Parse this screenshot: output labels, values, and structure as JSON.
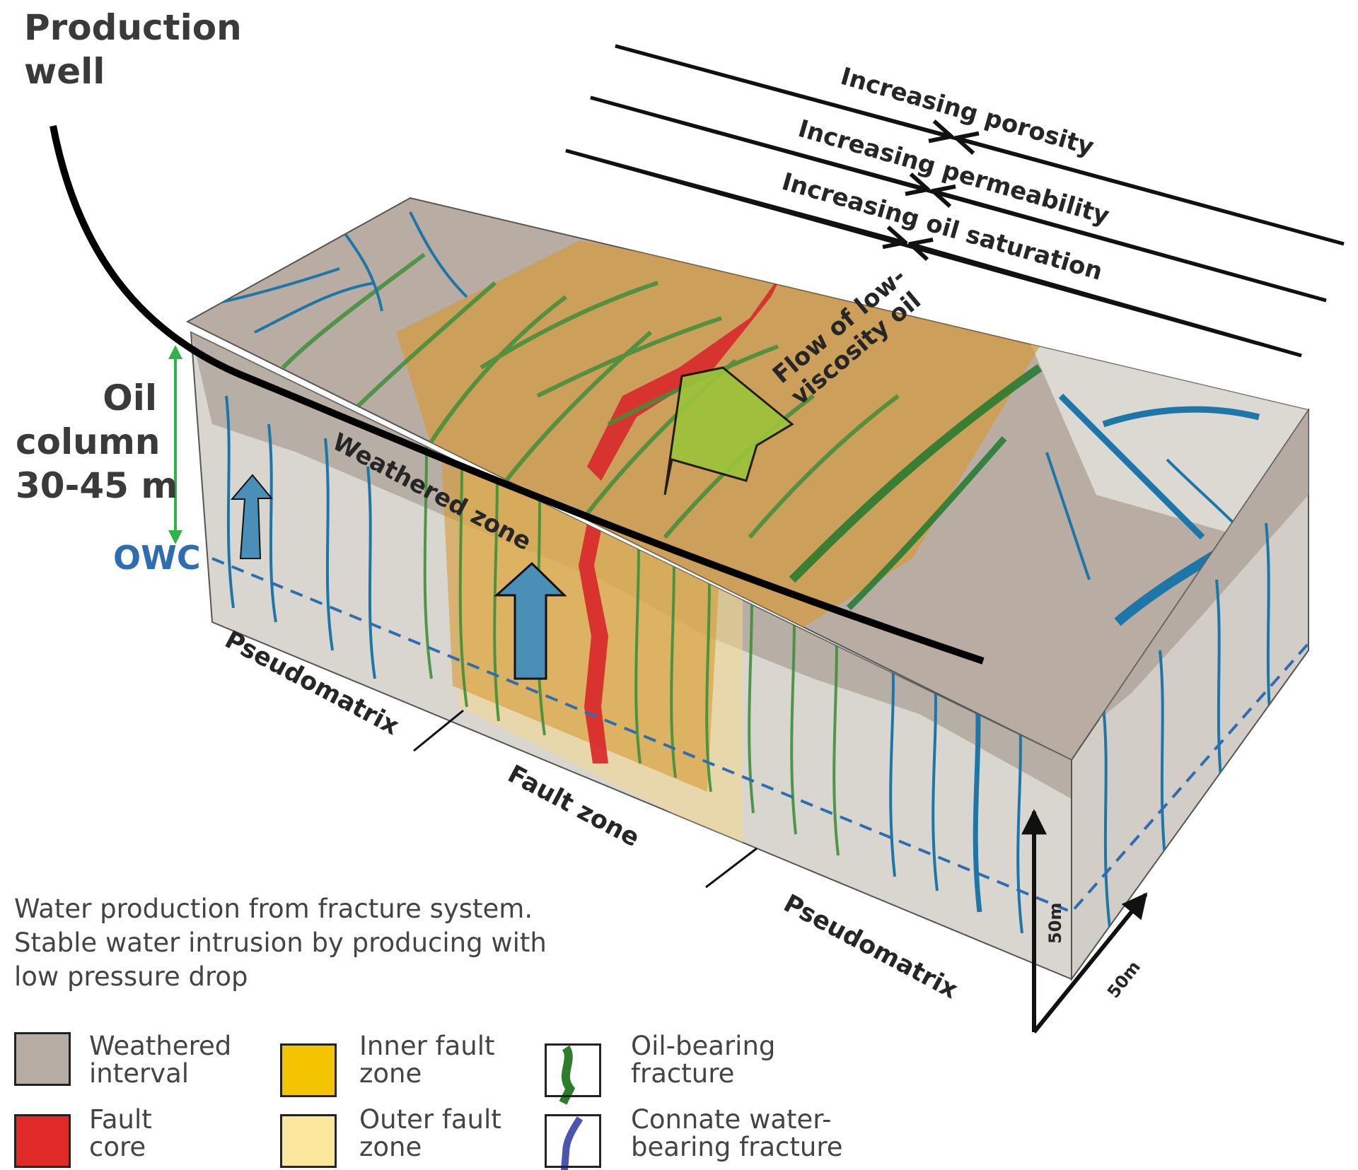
{
  "labels": {
    "production_well": [
      "Production",
      "well"
    ],
    "oil_column": [
      "Oil",
      "column",
      "30-45 m"
    ],
    "owc": "OWC",
    "weathered_zone": "Weathered zone",
    "flow_oil": [
      "Flow of low-",
      "viscosity oil"
    ],
    "pseudomatrix_left": "Pseudomatrix",
    "pseudomatrix_right": "Pseudomatrix",
    "fault_zone": "Fault zone",
    "trend_porosity": "Increasing porosity",
    "trend_permeability": "Increasing permeability",
    "trend_saturation": "Increasing oil saturation",
    "scale_vertical": "50m",
    "scale_horizontal": "50m"
  },
  "description": [
    "Water production from fracture system.",
    "Stable water intrusion by producing with",
    "low pressure drop"
  ],
  "legend": [
    {
      "label": [
        "Weathered",
        "interval"
      ],
      "color": "#b7aca4",
      "icon": "swatch"
    },
    {
      "label": [
        "Inner fault",
        "zone"
      ],
      "color": "#f5c400",
      "icon": "swatch"
    },
    {
      "label": [
        "Oil-bearing",
        "fracture"
      ],
      "color": "#2d7d2d",
      "icon": "oil-fracture-icon"
    },
    {
      "label": [
        "Fault",
        "core"
      ],
      "color": "#e02a27",
      "icon": "swatch"
    },
    {
      "label": [
        "Outer fault",
        "zone"
      ],
      "color": "#fbe79b",
      "icon": "swatch"
    },
    {
      "label": [
        "Connate water-",
        "bearing fracture"
      ],
      "color": "#4b55b0",
      "icon": "water-fracture-icon"
    }
  ],
  "colors": {
    "weathered_top": "#b9ada3",
    "pseudomatrix": "#d9d6d0",
    "fault_zone": "#d59a33",
    "fault_core": "#d8282a",
    "oil_fracture": "#3f8f3a",
    "water_fracture": "#1d76a8",
    "owc_line": "#2f6db3",
    "oil_column_arrow": "#2fb34b",
    "water_arrow": "#4a8fb8",
    "flow_arrow": "#9cc43a"
  }
}
